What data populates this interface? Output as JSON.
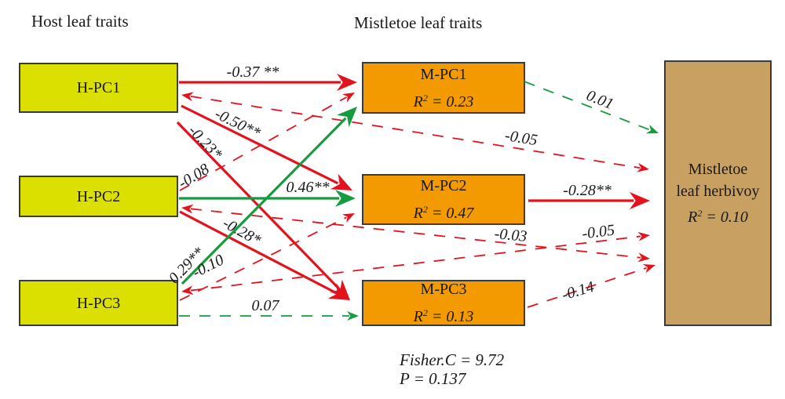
{
  "headings": {
    "host": "Host leaf traits",
    "mistletoe": "Mistletoe leaf traits"
  },
  "colors": {
    "negative": "#e3131e",
    "positive": "#169b3e",
    "host_box": "#dce000",
    "mistletoe_box": "#f29a00",
    "herbivory_box": "#c8a062"
  },
  "nodes": {
    "hpc1": {
      "label": "H-PC1"
    },
    "hpc2": {
      "label": "H-PC2"
    },
    "hpc3": {
      "label": "H-PC3"
    },
    "mpc1": {
      "label": "M-PC1",
      "r2_prefix": "R",
      "r2_sup": "2",
      "r2_value": " = 0.23"
    },
    "mpc2": {
      "label": "M-PC2",
      "r2_prefix": "R",
      "r2_sup": "2",
      "r2_value": " = 0.47"
    },
    "mpc3": {
      "label": "M-PC3",
      "r2_prefix": "R",
      "r2_sup": "2",
      "r2_value": " = 0.13"
    },
    "herb": {
      "label_line1": "Mistletoe",
      "label_line2": "leaf herbivoy",
      "r2_prefix": "R",
      "r2_sup": "2",
      "r2_value": " = 0.10"
    }
  },
  "paths": [
    {
      "from": "H-PC1",
      "to": "M-PC1",
      "coef": "-0.37 **",
      "sign": "negative",
      "significant": true,
      "bidirectional": false
    },
    {
      "from": "H-PC1",
      "to": "Mistletoe leaf herbivoy",
      "coef": "-0.05",
      "sign": "negative",
      "significant": false,
      "bidirectional": true
    },
    {
      "from": "H-PC1",
      "to": "M-PC2",
      "coef": "-0.50**",
      "sign": "negative",
      "significant": true,
      "bidirectional": false
    },
    {
      "from": "H-PC1",
      "to": "M-PC3",
      "coef": "-0.23*",
      "sign": "negative",
      "significant": true,
      "bidirectional": false
    },
    {
      "from": "H-PC2",
      "to": "M-PC1",
      "coef": "-0.08",
      "sign": "negative",
      "significant": false,
      "bidirectional": false
    },
    {
      "from": "H-PC2",
      "to": "M-PC2",
      "coef": "0.46**",
      "sign": "positive",
      "significant": true,
      "bidirectional": false
    },
    {
      "from": "H-PC2",
      "to": "Mistletoe leaf herbivoy",
      "coef": "-0.03",
      "sign": "negative",
      "significant": false,
      "bidirectional": true
    },
    {
      "from": "H-PC2",
      "to": "M-PC3",
      "coef": "-0.28*",
      "sign": "negative",
      "significant": true,
      "bidirectional": false
    },
    {
      "from": "H-PC3",
      "to": "M-PC1",
      "coef": "0.29**",
      "sign": "positive",
      "significant": true,
      "bidirectional": false
    },
    {
      "from": "H-PC3",
      "to": "Mistletoe leaf herbivoy",
      "coef": "-0.05",
      "sign": "negative",
      "significant": false,
      "bidirectional": true
    },
    {
      "from": "H-PC3",
      "to": "M-PC2",
      "coef": "-0.10",
      "sign": "negative",
      "significant": false,
      "bidirectional": false
    },
    {
      "from": "H-PC3",
      "to": "M-PC3",
      "coef": "0.07",
      "sign": "positive",
      "significant": false,
      "bidirectional": false
    },
    {
      "from": "M-PC1",
      "to": "Mistletoe leaf herbivoy",
      "coef": "0.01",
      "sign": "positive",
      "significant": false,
      "bidirectional": false
    },
    {
      "from": "M-PC2",
      "to": "Mistletoe leaf herbivoy",
      "coef": "-0.28**",
      "sign": "negative",
      "significant": true,
      "bidirectional": false
    },
    {
      "from": "M-PC3",
      "to": "Mistletoe leaf herbivoy",
      "coef": "-0.14",
      "sign": "negative",
      "significant": false,
      "bidirectional": false
    }
  ],
  "stats": {
    "fisher": "Fisher.C = 9.72",
    "p": "P = 0.137"
  }
}
